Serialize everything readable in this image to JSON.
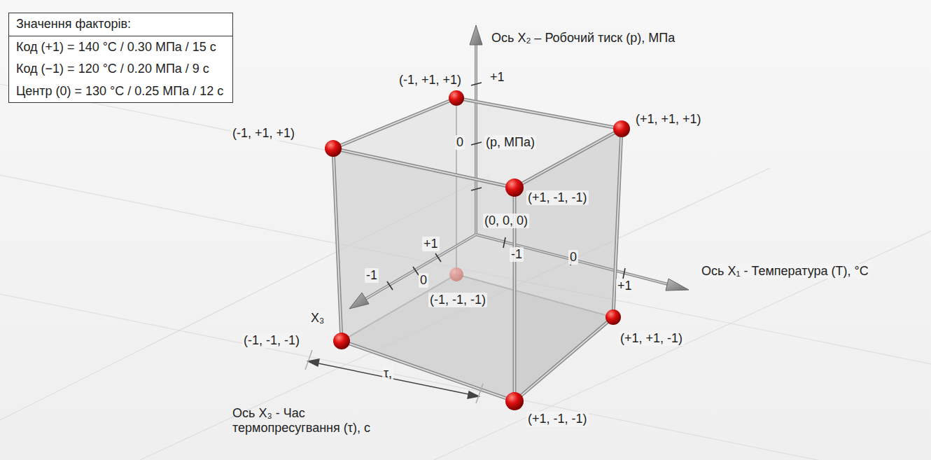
{
  "diagram": {
    "nodes": [
      {
        "text": [
          "Значення факторів:",
          "Код (+1) = 140 °C / 0.30 МПа / 15 с",
          "Код (−1) = 120 °C / 0.20 МПа / 9 с",
          "Центр (0) = 130 °C / 0.25 МПа / 12 с"
        ]
      }
    ],
    "labels": [
      "Ось X₂ – Робочий тиск (p), МПа",
      "+1",
      "0",
      "(p, МПа)",
      "(-1, +1, +1)",
      "(+1, +1, +1)",
      "(-1, +1, +1)",
      "(+1, -1, -1)",
      "(0, 0, 0)",
      "Ось X₁ - Температура (T), °C",
      "-1",
      "0",
      "+1",
      "+1",
      "-1",
      "0",
      "(-1, -1, -1)",
      "X₃",
      "(-1, -1, -1)",
      "(+1, +1, -1)",
      "(+1, -1, -1)",
      "τ,",
      "Ось X₃ - Час термопресугвання (τ), с"
    ]
  }
}
